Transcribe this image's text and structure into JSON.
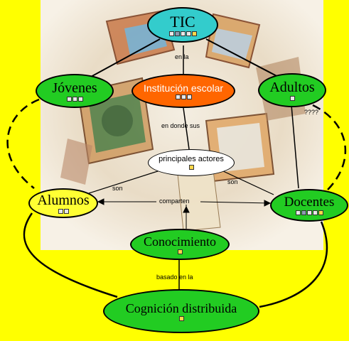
{
  "colors": {
    "background": "#ffff00",
    "green": "#22cc22",
    "orange": "#ff6600",
    "teal": "#33cccc",
    "yellow_node": "#ffff33",
    "white_node": "#ffffff"
  },
  "nodes": {
    "tic": "TIC",
    "institucion": "Institución escolar",
    "jovenes": "Jóvenes",
    "adultos": "Adultos",
    "actores": "principales actores",
    "alumnos": "Alumnos",
    "docentes": "Docentes",
    "conocimiento": "Conocimiento",
    "cognicion": "Cognición distribuida"
  },
  "links": {
    "en_la": "en la",
    "en_donde_sus": "en donde sus",
    "son_left": "son",
    "son_right": "son",
    "comparten": "comparten",
    "basado_en_la": "basado en la",
    "question": "????"
  }
}
